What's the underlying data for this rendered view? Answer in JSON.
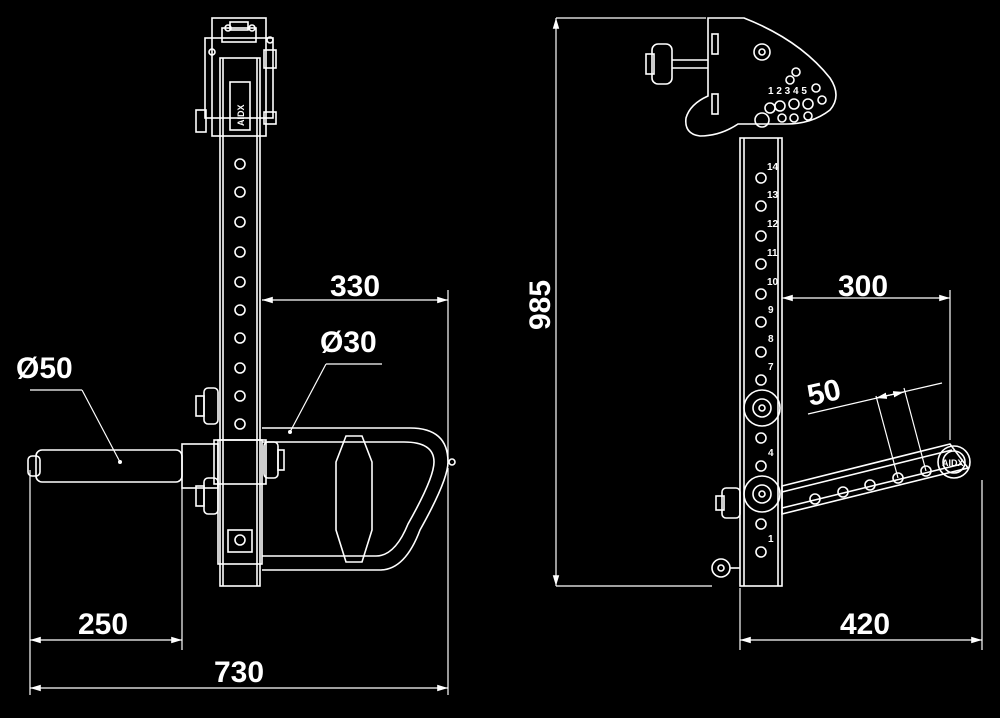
{
  "dimensions": {
    "left_330": "330",
    "left_d30": "Ø30",
    "left_d50": "Ø50",
    "left_250": "250",
    "left_730": "730",
    "right_985": "985",
    "right_300": "300",
    "right_50": "50",
    "right_420": "420"
  },
  "scale_numbers": [
    "14",
    "13",
    "12",
    "11",
    "10",
    "9",
    "8",
    "7",
    "4",
    "1"
  ],
  "plate_numbers": "1 2 3 4 5",
  "logo_text": "AIDX"
}
